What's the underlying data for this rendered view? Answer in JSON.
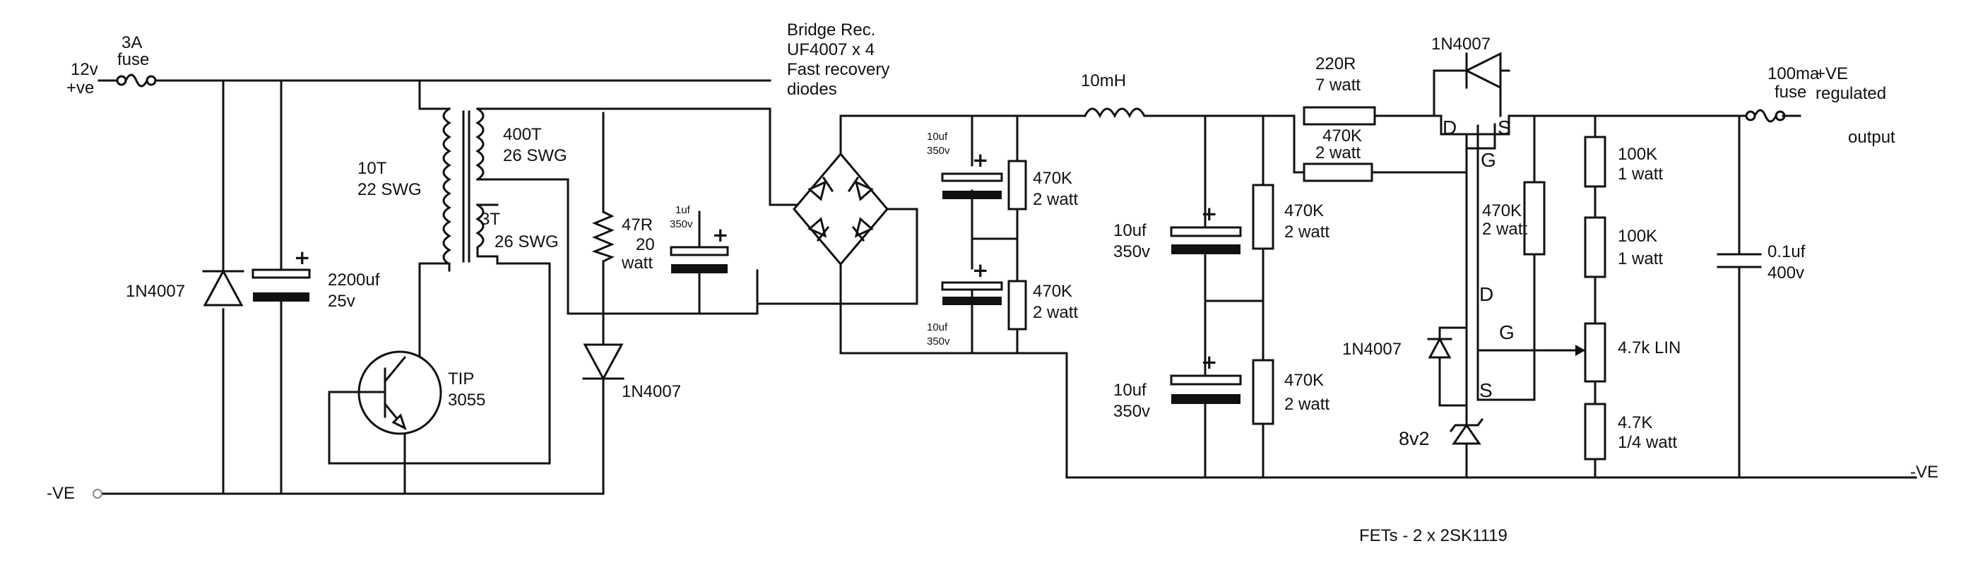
{
  "labels": {
    "fuse_in_rating": "3A",
    "fuse_in_word": "fuse",
    "input_v": "12v",
    "input_ve": "+ve",
    "neg_left": "-VE",
    "neg_right": "-VE",
    "bridge_l1": "Bridge Rec.",
    "bridge_l2": "UF4007 x 4",
    "bridge_l3": "Fast recovery",
    "bridge_l4": "diodes",
    "inductor": "10mH",
    "res220_val": "220R",
    "res220_watt": "7 watt",
    "res470a_val": "470K",
    "res470a_watt": "2 watt",
    "diode_top": "1N4007",
    "fuse_out_rating": "100ma",
    "fuse_out_word": "fuse",
    "out_ve": "+VE",
    "out_reg": "regulated",
    "out_output": "output",
    "pri_turns": "10T",
    "pri_swg": "22 SWG",
    "sec_turns": "400T",
    "sec_swg": "26 SWG",
    "fb_turns": "3T",
    "fb_swg": "26 SWG",
    "res47_val": "47R",
    "res47_watt1": "20",
    "res47_watt2": "watt",
    "cap1uf_val": "1uf",
    "cap1uf_v": "350v",
    "cap_sm1_val": "10uf",
    "cap_sm1_v": "350v",
    "cap_sm2_val": "10uf",
    "cap_sm2_v": "350v",
    "res_b1_val": "470K",
    "res_b1_watt": "2 watt",
    "res_b2_val": "470K",
    "res_b2_watt": "2 watt",
    "diode_left": "1N4007",
    "cap2200_val": "2200uf",
    "cap2200_v": "25v",
    "tip_l1": "TIP",
    "tip_l2": "3055",
    "diode_mid": "1N4007",
    "cap10a_val": "10uf",
    "cap10a_v": "350v",
    "cap10b_val": "10uf",
    "cap10b_v": "350v",
    "res470c_val": "470K",
    "res470c_watt": "2 watt",
    "res470d_val": "470K",
    "res470d_watt": "2 watt",
    "res470e_val": "470K",
    "res470e_watt": "2 watt",
    "fet_pin_d1": "D",
    "fet_pin_s1": "S",
    "fet_pin_g1": "G",
    "fet_pin_d2": "D",
    "fet_pin_g2": "G",
    "fet_pin_s2": "S",
    "diode_fet": "1N4007",
    "zener": "8v2",
    "res100a_val": "100K",
    "res100a_watt": "1 watt",
    "res100b_val": "100K",
    "res100b_watt": "1 watt",
    "pot": "4.7k LIN",
    "res47k_val": "4.7K",
    "res47k_watt": "1/4 watt",
    "cap01_val": "0.1uf",
    "cap01_v": "400v",
    "fets_note": "FETs - 2 x 2SK1119"
  }
}
